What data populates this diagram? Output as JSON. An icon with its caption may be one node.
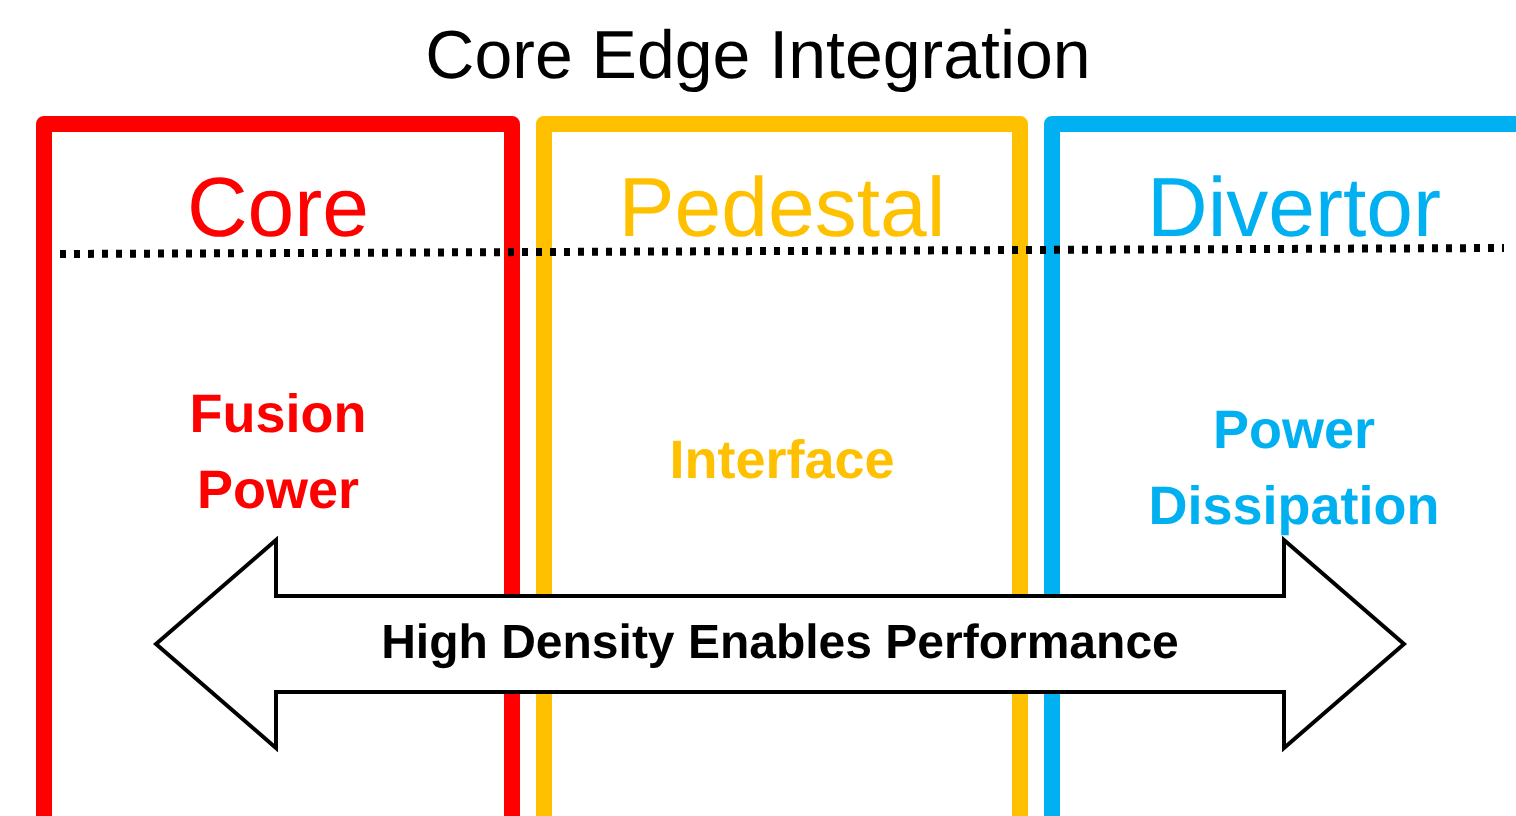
{
  "diagram": {
    "title": "Core Edge Integration",
    "nodes": [
      {
        "text": [
          "Core",
          "Fusion Power"
        ]
      },
      {
        "text": [
          "Pedestal",
          "Interface"
        ]
      },
      {
        "text": [
          "Divertor",
          "Power Dissipation"
        ]
      },
      {
        "text": [
          "High Density Enables Performance"
        ]
      }
    ]
  }
}
